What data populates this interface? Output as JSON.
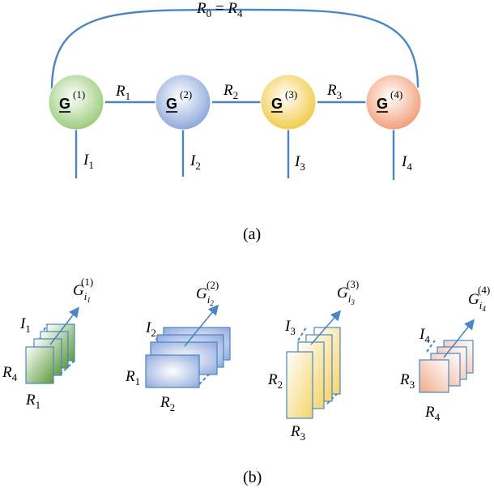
{
  "part_a": {
    "loop_label": "R_0 = R_4",
    "nodes": [
      {
        "label": "G",
        "superscript": "(1)",
        "color": "#9CCC7C"
      },
      {
        "label": "G",
        "superscript": "(2)",
        "color": "#8FA8DC"
      },
      {
        "label": "G",
        "superscript": "(3)",
        "color": "#F2CB4A"
      },
      {
        "label": "G",
        "superscript": "(4)",
        "color": "#F2A07B"
      }
    ],
    "bonds": [
      {
        "label": "R",
        "subscript": "1"
      },
      {
        "label": "R",
        "subscript": "2"
      },
      {
        "label": "R",
        "subscript": "3"
      }
    ],
    "legs": [
      {
        "label": "I",
        "subscript": "1"
      },
      {
        "label": "I",
        "subscript": "2"
      },
      {
        "label": "I",
        "subscript": "3"
      },
      {
        "label": "I",
        "subscript": "4"
      }
    ],
    "caption": "(a)"
  },
  "part_b": {
    "groups": [
      {
        "slice_label": "G",
        "slice_index": "i",
        "slice_index_sub": "1",
        "slice_sup": "(1)",
        "depth_label": "I",
        "depth_sub": "1",
        "left_label": "R",
        "left_sub": "4",
        "bottom_label": "R",
        "bottom_sub": "1",
        "color": "#5E9A3C"
      },
      {
        "slice_label": "G",
        "slice_index": "i",
        "slice_index_sub": "2",
        "slice_sup": "(2)",
        "depth_label": "I",
        "depth_sub": "2",
        "left_label": "R",
        "left_sub": "1",
        "bottom_label": "R",
        "bottom_sub": "2",
        "color": "#8FA8DC"
      },
      {
        "slice_label": "G",
        "slice_index": "i",
        "slice_index_sub": "3",
        "slice_sup": "(3)",
        "depth_label": "I",
        "depth_sub": "3",
        "left_label": "R",
        "left_sub": "2",
        "bottom_label": "R",
        "bottom_sub": "3",
        "color": "#F5D46A"
      },
      {
        "slice_label": "G",
        "slice_index": "i",
        "slice_index_sub": "4",
        "slice_sup": "(4)",
        "depth_label": "I",
        "depth_sub": "4",
        "left_label": "R",
        "left_sub": "3",
        "bottom_label": "R",
        "bottom_sub": "4",
        "color": "#F2A988"
      }
    ],
    "caption": "(b)"
  },
  "colors": {
    "edge": "#4A86C5",
    "node_stroke": "#FFFFFF"
  }
}
